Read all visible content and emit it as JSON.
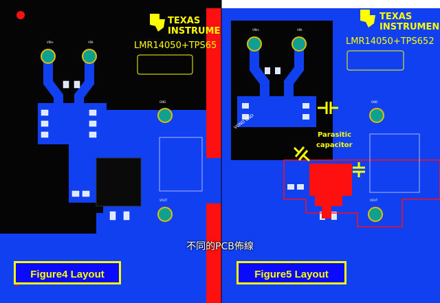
{
  "left_panel": {
    "brand_top": "TEXAS",
    "brand_bottom": "INSTRUMEN",
    "board_title": "LMR14050+TPS65",
    "figure_label": "Figure4 Layout",
    "pad_labels": {
      "vin_plus": "VIN+",
      "vin_minus": "VIN-",
      "gnd": "GND",
      "vout": "VOUT"
    }
  },
  "right_panel": {
    "brand_top": "TEXAS",
    "brand_bottom": "INSTRUMEN",
    "board_title": "LMR14050+TPS652",
    "figure_label": "Figure5 Layout",
    "annotation_line1": "Parasitic",
    "annotation_line2": "capacitor",
    "rotated_label": "VGND GND",
    "pad_labels": {
      "vin_plus": "VIN+",
      "vin_minus": "VIN-",
      "gnd": "GND",
      "vout": "VOUT"
    }
  },
  "caption": "不同的PCB佈線",
  "colors": {
    "copper_blue": "#1040f0",
    "board_black": "#050505",
    "red_pour": "#ff1010",
    "silk_yellow": "#ffff00",
    "pad_teal": "#10a090"
  }
}
